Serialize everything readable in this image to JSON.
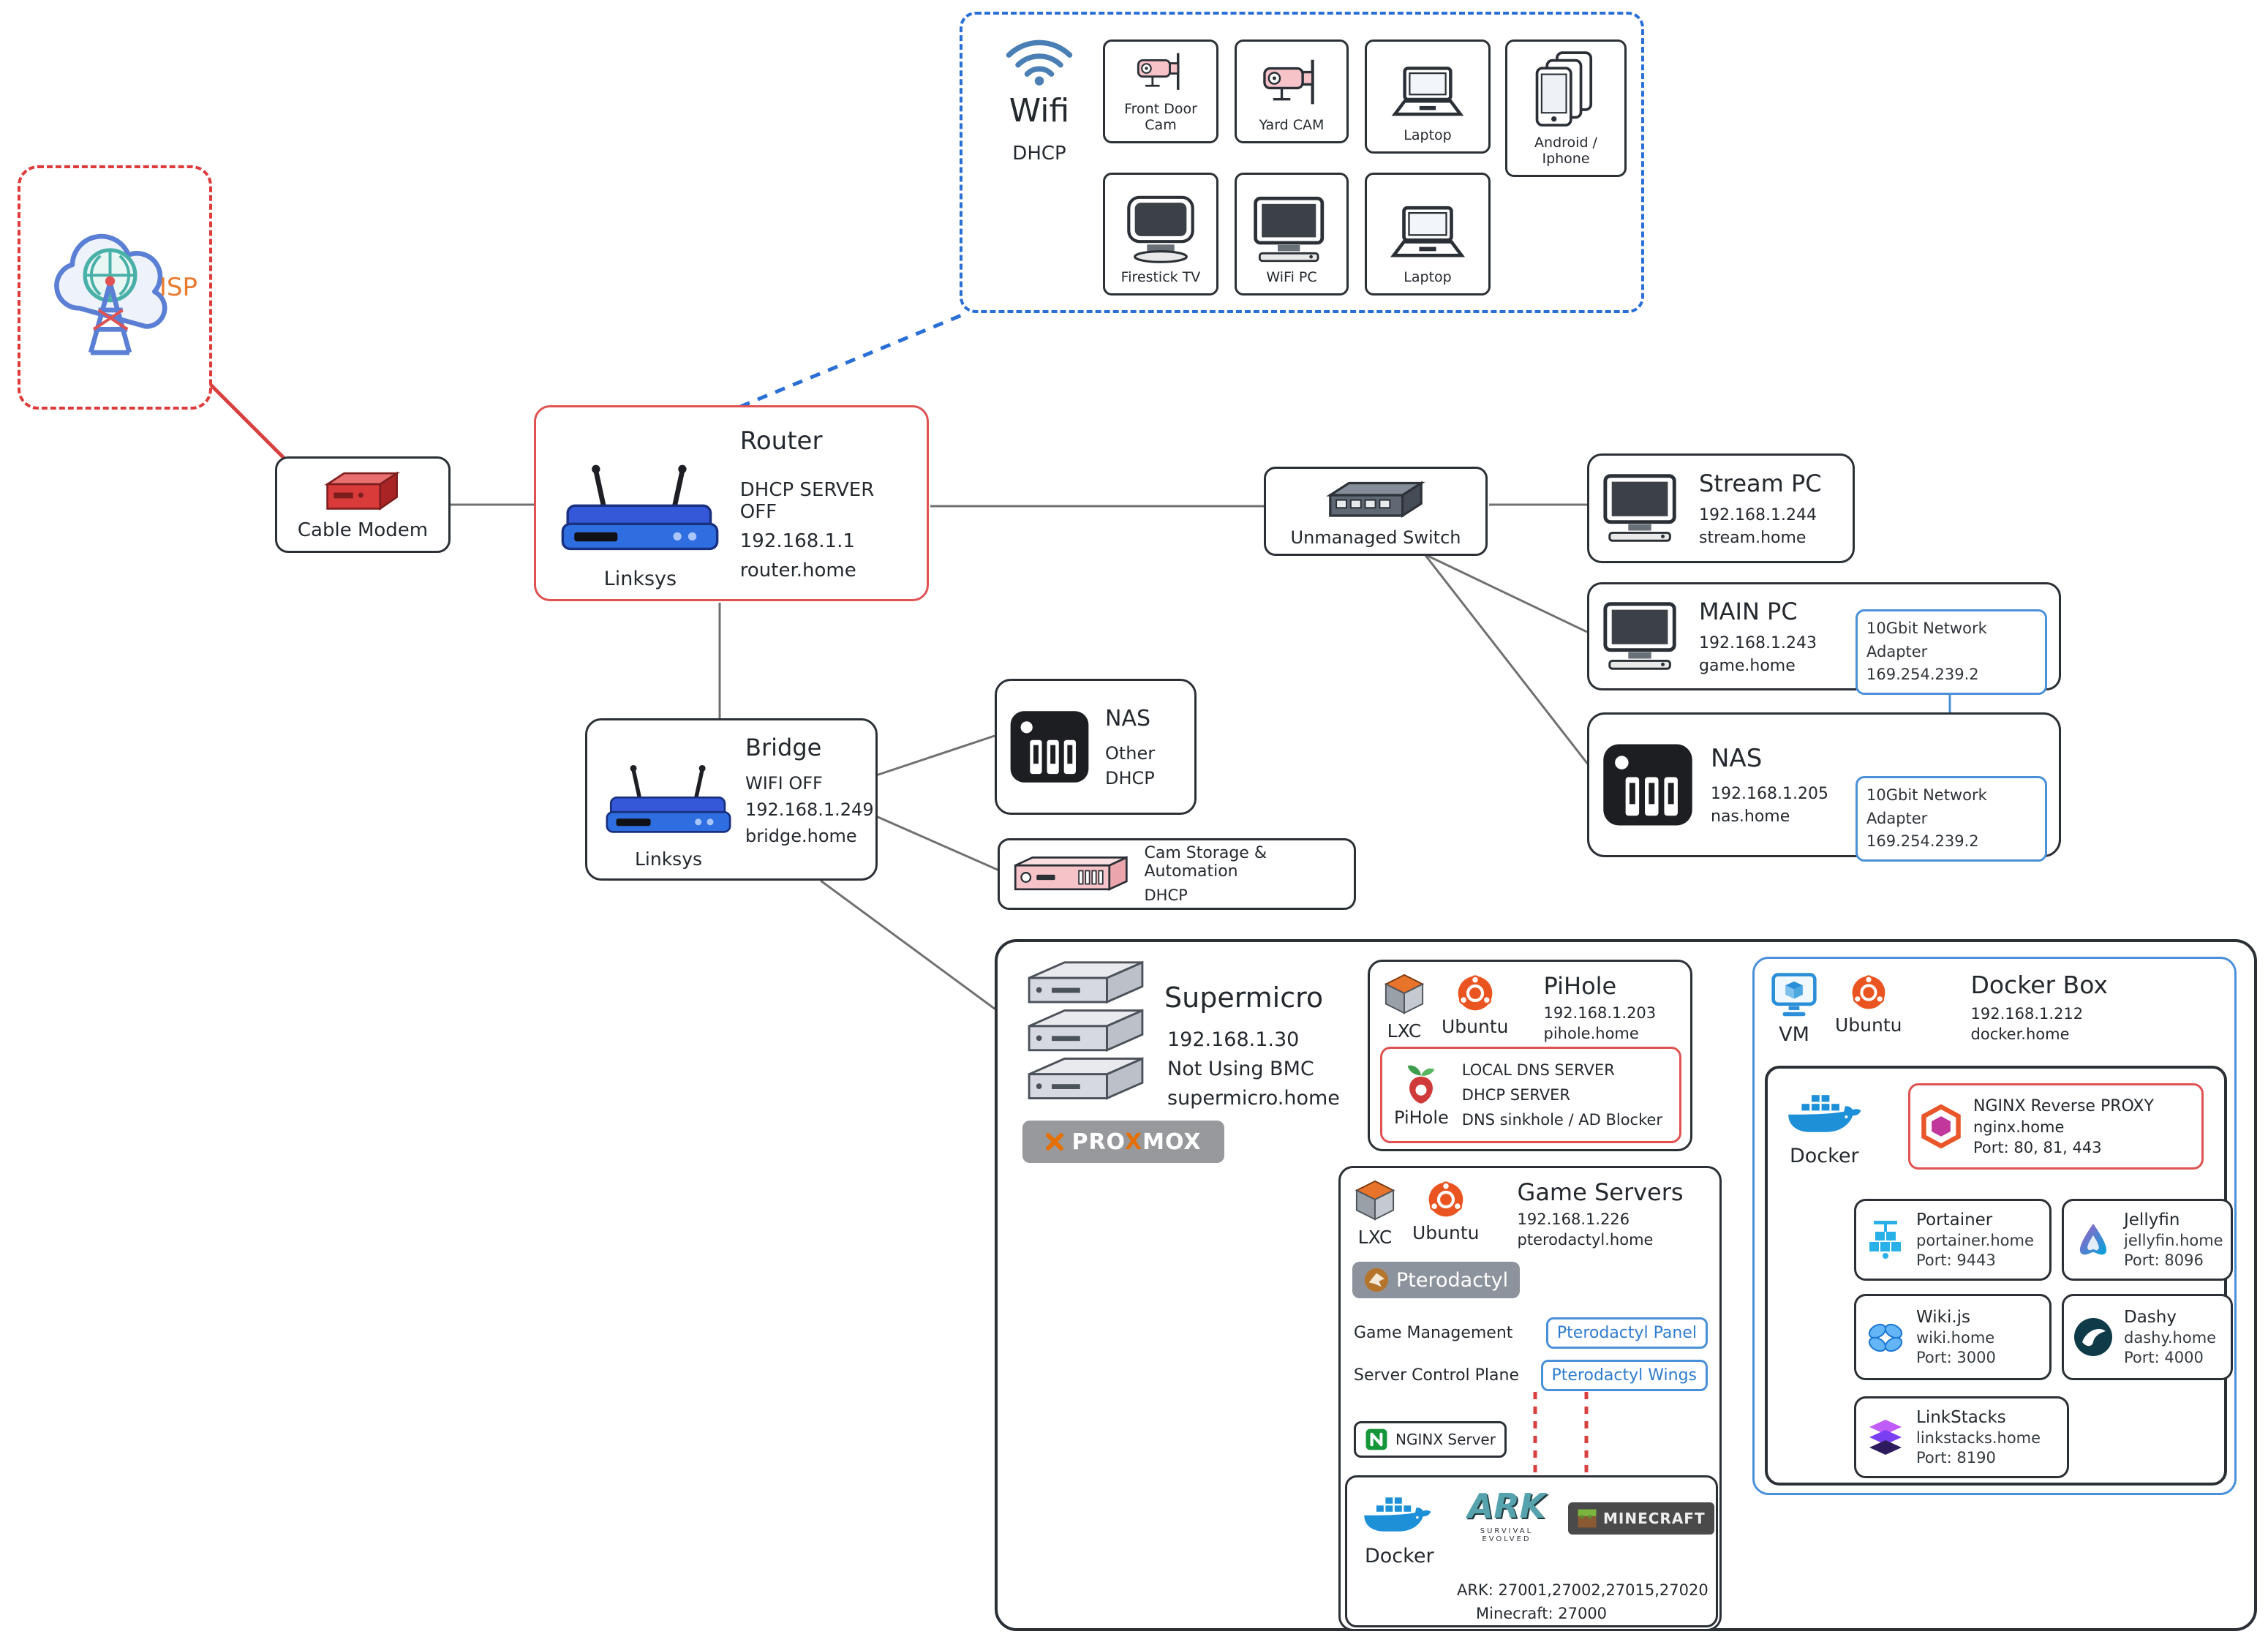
{
  "isp": {
    "label": "ISP"
  },
  "cable_modem": {
    "label": "Cable Modem"
  },
  "router": {
    "title": "Router",
    "line1": "DHCP SERVER OFF",
    "line2": "192.168.1.1",
    "line3": "router.home",
    "brand": "Linksys"
  },
  "wifi": {
    "title": "Wifi",
    "subtitle": "DHCP",
    "devices": [
      {
        "label": "Front Door Cam"
      },
      {
        "label": "Yard CAM"
      },
      {
        "label": "Laptop"
      },
      {
        "label": "Android / Iphone"
      },
      {
        "label": "Firestick TV"
      },
      {
        "label": "WiFi PC"
      },
      {
        "label": "Laptop"
      }
    ]
  },
  "switch": {
    "label": "Unmanaged Switch"
  },
  "stream_pc": {
    "title": "Stream PC",
    "ip": "192.168.1.244",
    "host": "stream.home"
  },
  "main_pc": {
    "title": "MAIN PC",
    "ip": "192.168.1.243",
    "host": "game.home",
    "adapter_name": "10Gbit Network Adapter",
    "adapter_ip": "169.254.239.2"
  },
  "nas_main": {
    "title": "NAS",
    "ip": "192.168.1.205",
    "host": "nas.home",
    "adapter_name": "10Gbit Network Adapter",
    "adapter_ip": "169.254.239.2"
  },
  "bridge": {
    "title": "Bridge",
    "line1": "WIFI OFF",
    "line2": "192.168.1.249",
    "line3": "bridge.home",
    "brand": "Linksys"
  },
  "nas_other": {
    "title": "NAS",
    "line1": "Other",
    "line2": "DHCP"
  },
  "cam_storage": {
    "title": "Cam Storage & Automation",
    "subtitle": "DHCP"
  },
  "supermicro": {
    "title": "Supermicro",
    "ip": "192.168.1.30",
    "note": "Not Using BMC",
    "host": "supermicro.home",
    "proxmox_pre": "PRO",
    "proxmox_x": "X",
    "proxmox_post": "MOX"
  },
  "pihole": {
    "lxc_label": "LXC",
    "os_label": "Ubuntu",
    "title": "PiHole",
    "ip": "192.168.1.203",
    "host": "pihole.home",
    "icon_label": "PiHole",
    "line1": "LOCAL DNS SERVER",
    "line2": "DHCP SERVER",
    "line3": "DNS sinkhole / AD Blocker"
  },
  "game_servers": {
    "lxc_label": "LXC",
    "os_label": "Ubuntu",
    "title": "Game Servers",
    "ip": "192.168.1.226",
    "host": "pterodactyl.home",
    "badge": "Pterodactyl",
    "row1_label": "Game Management",
    "row1_button": "Pterodactyl Panel",
    "row2_label": "Server Control Plane",
    "row2_button": "Pterodactyl Wings",
    "nginx_badge": "NGINX Server",
    "docker_label": "Docker",
    "ark_title": "ARK",
    "ark_subtitle": "SURVIVAL EVOLVED",
    "minecraft_label": "MINECRAFT",
    "ports_line1": "ARK: 27001,27002,27015,27020",
    "ports_line2": "Minecraft: 27000"
  },
  "docker_box": {
    "vm_label": "VM",
    "os_label": "Ubuntu",
    "title": "Docker Box",
    "ip": "192.168.1.212",
    "host": "docker.home",
    "docker_label": "Docker",
    "nginx_title": "NGINX Reverse PROXY",
    "nginx_host": "nginx.home",
    "nginx_ports": "Port: 80, 81, 443",
    "services": [
      {
        "name": "Portainer",
        "host": "portainer.home",
        "port": "Port: 9443"
      },
      {
        "name": "Jellyfin",
        "host": "jellyfin.home",
        "port": "Port: 8096"
      },
      {
        "name": "Wiki.js",
        "host": "wiki.home",
        "port": "Port: 3000"
      },
      {
        "name": "Dashy",
        "host": "dashy.home",
        "port": "Port: 4000"
      },
      {
        "name": "LinkStacks",
        "host": "linkstacks.home",
        "port": "Port: 8190"
      }
    ]
  },
  "colors": {
    "accent_red": "#e05252",
    "accent_blue": "#2a6fd6",
    "ubuntu_orange": "#e95420",
    "nginx_green": "#149639",
    "docker_blue": "#1d90d8",
    "proxmox_orange": "#e57000"
  }
}
